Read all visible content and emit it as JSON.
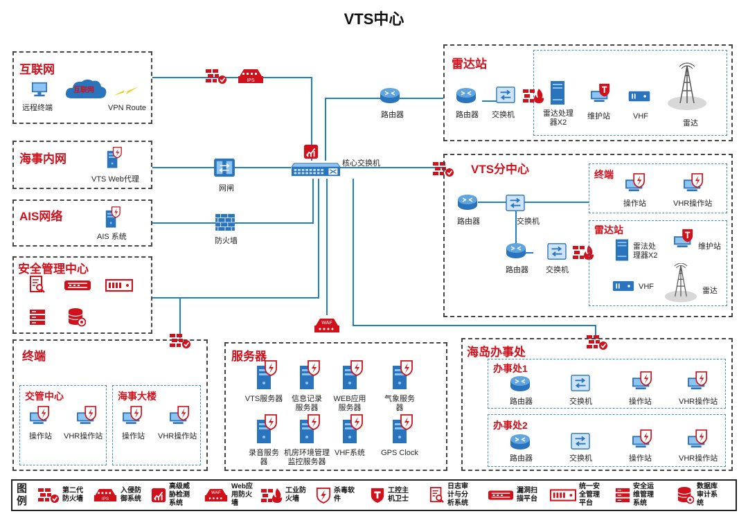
{
  "title": "VTS中心",
  "zones": {
    "internet": {
      "title": "互联网",
      "remote": "远程终端",
      "cloud": "互联网",
      "vpn": "VPN Route"
    },
    "msa": {
      "title": "海事内网",
      "proxy": "VTS Web代理"
    },
    "ais": {
      "title": "AIS网络",
      "sys": "AIS 系统"
    },
    "smc": {
      "title": "安全管理中心"
    },
    "terminal": {
      "title": "终端",
      "left": {
        "title": "交管中心",
        "op": "操作站",
        "vhr": "VHR操作站"
      },
      "right": {
        "title": "海事大楼",
        "op": "操作站",
        "vhr": "VHR操作站"
      }
    },
    "servers": {
      "title": "服务器",
      "items": [
        "VTS服务器",
        "信息记录\n服务器",
        "WEB应用\n服务器",
        "气象服务\n器",
        "录音服务\n器",
        "机房环境管理\n监控服务器",
        "VHF系统",
        "GPS Clock"
      ]
    },
    "radar": {
      "title": "雷达站",
      "router": "路由器",
      "switch": "交换机",
      "proc": "雷达处理\n器X2",
      "maint": "维护站",
      "vhf": "VHF",
      "radar": "雷达"
    },
    "vts_sub": {
      "title": "VTS分中心",
      "router1": "路由器",
      "switch1": "交换机",
      "router2": "路由器",
      "switch2": "交换机",
      "terminal": {
        "title": "终端",
        "op": "操作站",
        "vhr": "VHR操作站"
      },
      "radar": {
        "title": "雷达站",
        "proc": "雷法处\n理器X2",
        "maint": "维护站",
        "vhf": "VHF",
        "radar": "雷达"
      }
    },
    "island": {
      "title": "海岛办事处",
      "o1": {
        "title": "办事处1",
        "router": "路由器",
        "switch": "交换机",
        "op": "操作站",
        "vhr": "VHR操作站"
      },
      "o2": {
        "title": "办事处2",
        "router": "路由器",
        "switch": "交换机",
        "op": "操作站",
        "vhr": "VHR操作站"
      }
    }
  },
  "center": {
    "router": "路由器",
    "core": "核心交换机",
    "gateway": "网闸",
    "firewall": "防火墙",
    "ips": "IPS",
    "waf": "WAF"
  },
  "legend": {
    "title": "图\n例",
    "items": [
      "第二代\n防火墙",
      "入侵防\n御系统",
      "高级威\n胁检测\n系统",
      "Web应\n用防火\n墙",
      "工业防\n火墙",
      "杀毒软\n件",
      "工控主\n机卫士",
      "日志审\n计与分\n析系统",
      "漏洞扫\n描平台",
      "统一安\n全管理\n平台",
      "安全运\n维管理\n系统",
      "数据库\n审计系\n统"
    ]
  },
  "colors": {
    "red": "#d0101a",
    "blue": "#1d6fb8",
    "line": "#1d7fd0"
  }
}
